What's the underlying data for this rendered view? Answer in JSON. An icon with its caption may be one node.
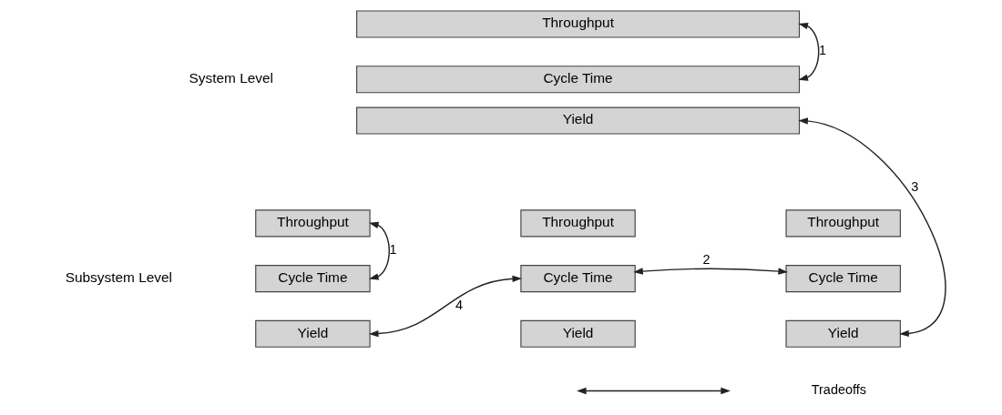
{
  "diagram": {
    "nodes": [
      {
        "text": [
          "Throughput"
        ]
      },
      {
        "text": [
          "Cycle Time"
        ]
      },
      {
        "text": [
          "Yield"
        ]
      },
      {
        "text": [
          "Throughput"
        ]
      },
      {
        "text": [
          "Cycle Time"
        ]
      },
      {
        "text": [
          "Yield"
        ]
      },
      {
        "text": [
          "Throughput"
        ]
      },
      {
        "text": [
          "Cycle Time"
        ]
      },
      {
        "text": [
          "Yield"
        ]
      },
      {
        "text": [
          "Throughput"
        ]
      },
      {
        "text": [
          "Cycle Time"
        ]
      },
      {
        "text": [
          "Yield"
        ]
      }
    ],
    "edges": [
      {
        "from": 0,
        "to": 1,
        "arrow": "both",
        "label": "1"
      },
      {
        "from": 2,
        "to": 11,
        "arrow": "both",
        "label": "3"
      },
      {
        "from": 3,
        "to": 4,
        "arrow": "both",
        "label": "1"
      },
      {
        "from": 5,
        "to": 7,
        "arrow": "both",
        "label": "4"
      },
      {
        "from": 7,
        "to": 10,
        "arrow": "both",
        "label": "2"
      }
    ],
    "labels": [
      "System Level",
      "Subsystem Level"
    ],
    "legend": [
      {
        "text": "Tradeoffs"
      }
    ]
  }
}
